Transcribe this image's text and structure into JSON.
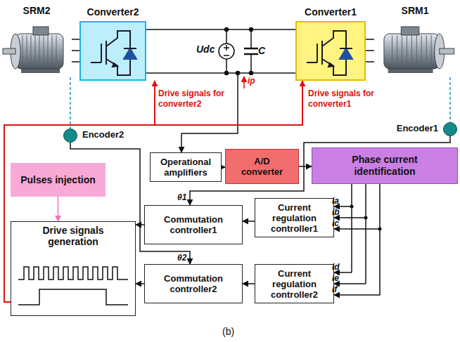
{
  "diagram": {
    "caption": "(b)",
    "nodes": [
      {
        "text": [
          "SRM2"
        ]
      },
      {
        "text": [
          "Converter2"
        ]
      },
      {
        "text": [
          "Converter1"
        ]
      },
      {
        "text": [
          "SRM1"
        ]
      },
      {
        "text": [
          "Encoder2"
        ]
      },
      {
        "text": [
          "Encoder1"
        ]
      },
      {
        "text": [
          "Pulses injection"
        ]
      },
      {
        "text": [
          "Operational amplifiers"
        ]
      },
      {
        "text": [
          "A/D converter"
        ]
      },
      {
        "text": [
          "Phase current identification"
        ]
      },
      {
        "text": [
          "Drive signals generation"
        ]
      },
      {
        "text": [
          "Commutation controller1"
        ]
      },
      {
        "text": [
          "Current regulation controller1"
        ]
      },
      {
        "text": [
          "Commutation controller2"
        ]
      },
      {
        "text": [
          "Current regulation controller2"
        ]
      }
    ],
    "edges": [
      {
        "from": 0,
        "to": 1,
        "arrow": "none"
      },
      {
        "from": 2,
        "to": 3,
        "arrow": "none"
      },
      {
        "from": 7,
        "to": 8,
        "arrow": "to"
      },
      {
        "from": 8,
        "to": 9,
        "arrow": "to"
      },
      {
        "from": 9,
        "to": 12,
        "arrow": "to"
      },
      {
        "from": 9,
        "to": 14,
        "arrow": "to"
      },
      {
        "from": 12,
        "to": 11,
        "arrow": "to"
      },
      {
        "from": 14,
        "to": 13,
        "arrow": "to"
      },
      {
        "from": 5,
        "to": 11,
        "arrow": "to",
        "label": "θ1"
      },
      {
        "from": 4,
        "to": 13,
        "arrow": "to",
        "label": "θ2"
      },
      {
        "from": 6,
        "to": 10,
        "arrow": "to"
      },
      {
        "from": 11,
        "to": 10,
        "arrow": "to"
      },
      {
        "from": 13,
        "to": 10,
        "arrow": "to"
      },
      {
        "from": 10,
        "to": 1,
        "arrow": "to",
        "label": "Drive signals for converter2"
      },
      {
        "from": 10,
        "to": 2,
        "arrow": "to",
        "label": "Drive signals for converter1"
      }
    ],
    "labels": [
      "Udc",
      "C",
      "ip",
      "ia",
      "ib",
      "ic",
      "id",
      "ie",
      "if"
    ]
  }
}
